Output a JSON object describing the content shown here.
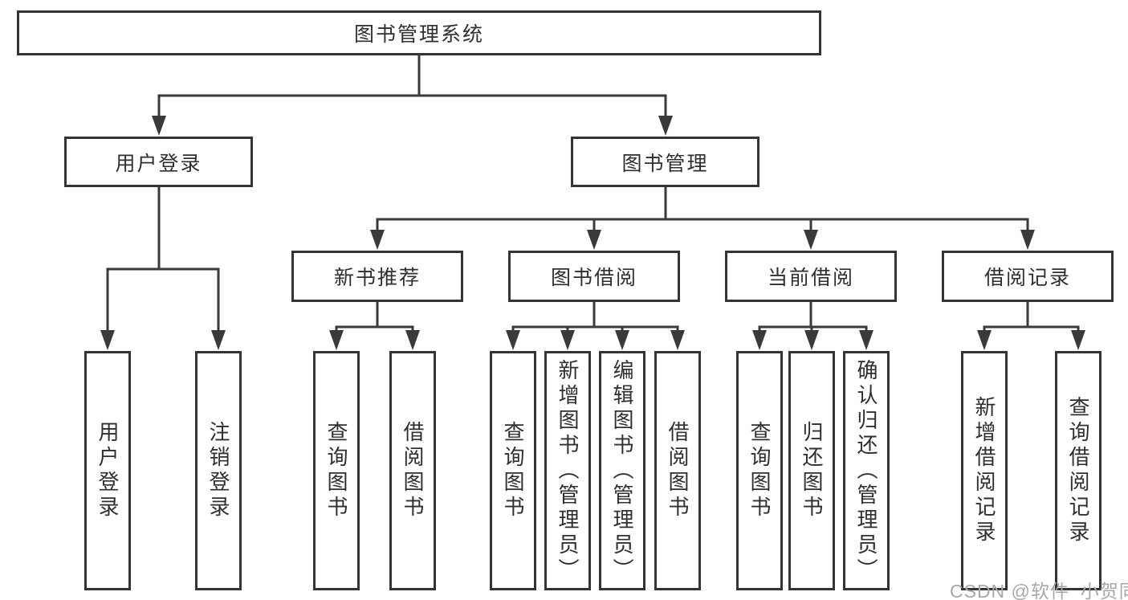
{
  "diagram": {
    "root": {
      "label": "图书管理系统"
    },
    "level2": [
      {
        "label": "用户登录"
      },
      {
        "label": "图书管理"
      }
    ],
    "level3": [
      {
        "label": "新书推荐",
        "parent": "图书管理"
      },
      {
        "label": "图书借阅",
        "parent": "图书管理"
      },
      {
        "label": "当前借阅",
        "parent": "图书管理"
      },
      {
        "label": "借阅记录",
        "parent": "图书管理"
      }
    ],
    "leaves": [
      {
        "label": "用户登录",
        "parent": "用户登录"
      },
      {
        "label": "注销登录",
        "parent": "用户登录"
      },
      {
        "label": "查询图书",
        "parent": "新书推荐"
      },
      {
        "label": "借阅图书",
        "parent": "新书推荐"
      },
      {
        "label": "查询图书",
        "parent": "图书借阅"
      },
      {
        "label": "新增图书（管理员）",
        "parent": "图书借阅"
      },
      {
        "label": "编辑图书（管理员）",
        "parent": "图书借阅"
      },
      {
        "label": "借阅图书",
        "parent": "图书借阅"
      },
      {
        "label": "查询图书",
        "parent": "当前借阅"
      },
      {
        "label": "归还图书",
        "parent": "当前借阅"
      },
      {
        "label": "确认归还（管理员）",
        "parent": "当前借阅"
      },
      {
        "label": "新增借阅记录",
        "parent": "借阅记录"
      },
      {
        "label": "查询借阅记录",
        "parent": "借阅记录"
      }
    ],
    "colors": {
      "line": "#3a3a3a",
      "box_border": "#343434",
      "text": "#2f2f2f",
      "background": "#ffffff",
      "watermark": "#a8a8a8"
    }
  },
  "watermark": {
    "text": "CSDN @软件_小贺同学"
  }
}
